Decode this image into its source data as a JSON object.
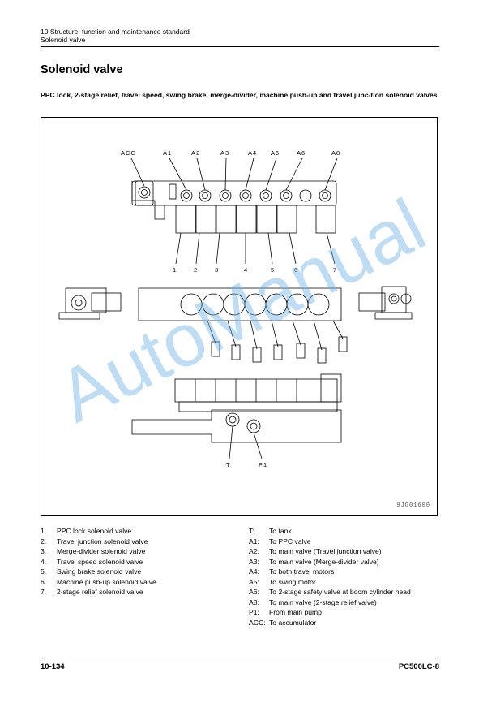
{
  "header": {
    "line1": "10 Structure, function and maintenance standard",
    "line2": "Solenoid valve"
  },
  "title": "Solenoid valve",
  "subtitle": "PPC lock, 2-stage relief, travel speed, swing brake, merge-divider, machine push-up and travel junc-tion solenoid valves",
  "figure": {
    "port_labels": [
      "ACC",
      "A1",
      "A2",
      "A3",
      "A4",
      "A5",
      "A6",
      "A8"
    ],
    "number_labels": [
      "1",
      "2",
      "3",
      "4",
      "5",
      "6",
      "7"
    ],
    "bottom_labels": [
      "T",
      "P1"
    ],
    "code": "9JG01600"
  },
  "legend_left": [
    {
      "key": "1.",
      "text": "PPC lock solenoid valve"
    },
    {
      "key": "2.",
      "text": "Travel junction solenoid valve"
    },
    {
      "key": "3.",
      "text": "Merge-divider solenoid valve"
    },
    {
      "key": "4.",
      "text": "Travel speed solenoid valve"
    },
    {
      "key": "5.",
      "text": "Swing brake solenoid valve"
    },
    {
      "key": "6.",
      "text": "Machine push-up solenoid valve"
    },
    {
      "key": "7.",
      "text": "2-stage relief solenoid valve"
    }
  ],
  "legend_right": [
    {
      "key": "T:",
      "text": "To tank"
    },
    {
      "key": "A1:",
      "text": "To PPC valve"
    },
    {
      "key": "A2:",
      "text": "To main valve (Travel junction valve)"
    },
    {
      "key": "A3:",
      "text": "To main valve (Merge-divider valve)"
    },
    {
      "key": "A4:",
      "text": "To both travel motors"
    },
    {
      "key": "A5:",
      "text": "To swing motor"
    },
    {
      "key": "A6:",
      "text": "To 2-stage safety valve at boom cylinder head"
    },
    {
      "key": "A8:",
      "text": "To main valve (2-stage relief valve)"
    },
    {
      "key": "P1:",
      "text": "From main pump"
    },
    {
      "key": "ACC:",
      "text": "To accumulator"
    }
  ],
  "footer": {
    "page": "10-134",
    "model": "PC500LC-8"
  },
  "watermark": "AutoManual"
}
